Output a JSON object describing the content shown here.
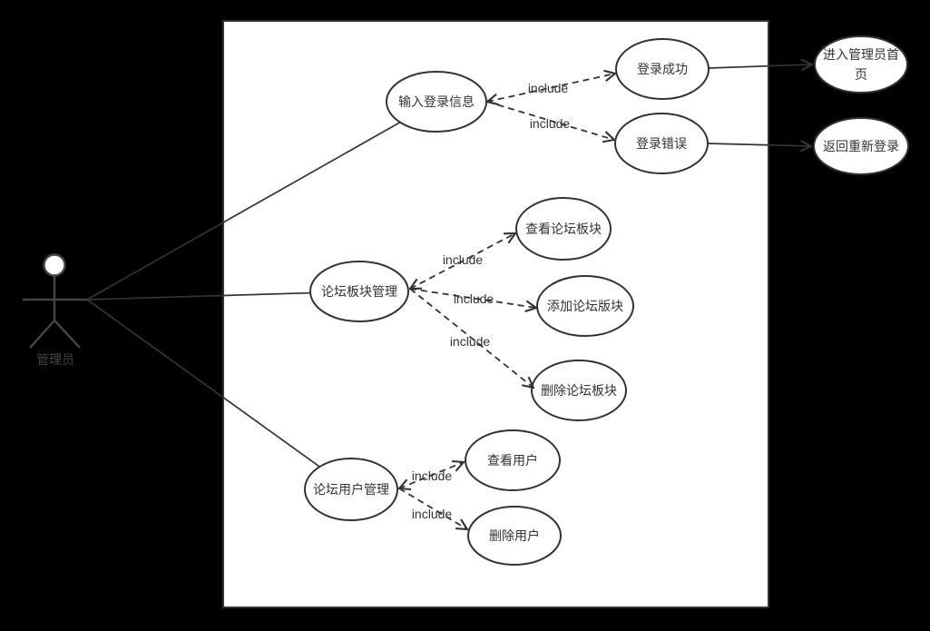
{
  "diagram_type": "uml-use-case",
  "colors": {
    "background": "#000000",
    "system_boundary_fill": "#ffffff",
    "line_stroke": "#333333",
    "text": "#333333",
    "actor_stroke": "#454545"
  },
  "actor": {
    "label": "管理员"
  },
  "nodes": {
    "input_login": {
      "label": "输入登录信息"
    },
    "login_success": {
      "label": "登录成功"
    },
    "login_error": {
      "label": "登录错误"
    },
    "admin_home": {
      "label": "进入管理员首页",
      "lines": [
        "进入管理员首",
        "页"
      ]
    },
    "relogin": {
      "label": "返回重新登录"
    },
    "board_mgmt": {
      "label": "论坛板块管理"
    },
    "view_board": {
      "label": "查看论坛板块"
    },
    "add_board": {
      "label": "添加论坛版块"
    },
    "del_board": {
      "label": "删除论坛板块"
    },
    "user_mgmt": {
      "label": "论坛用户管理"
    },
    "view_user": {
      "label": "查看用户"
    },
    "del_user": {
      "label": "删除用户"
    }
  },
  "edges": [
    {
      "from": "管理员",
      "to": "输入登录信息",
      "type": "association"
    },
    {
      "from": "管理员",
      "to": "论坛板块管理",
      "type": "association"
    },
    {
      "from": "管理员",
      "to": "论坛用户管理",
      "type": "association"
    },
    {
      "from": "输入登录信息",
      "to": "登录成功",
      "type": "include",
      "label": "include"
    },
    {
      "from": "输入登录信息",
      "to": "登录错误",
      "type": "include",
      "label": "include"
    },
    {
      "from": "登录成功",
      "to": "进入管理员首页",
      "type": "arrow"
    },
    {
      "from": "登录错误",
      "to": "返回重新登录",
      "type": "arrow"
    },
    {
      "from": "论坛板块管理",
      "to": "查看论坛板块",
      "type": "include",
      "label": "include"
    },
    {
      "from": "论坛板块管理",
      "to": "添加论坛版块",
      "type": "include",
      "label": "include"
    },
    {
      "from": "论坛板块管理",
      "to": "删除论坛板块",
      "type": "include",
      "label": "include"
    },
    {
      "from": "论坛用户管理",
      "to": "查看用户",
      "type": "include",
      "label": "include"
    },
    {
      "from": "论坛用户管理",
      "to": "删除用户",
      "type": "include",
      "label": "include"
    }
  ]
}
